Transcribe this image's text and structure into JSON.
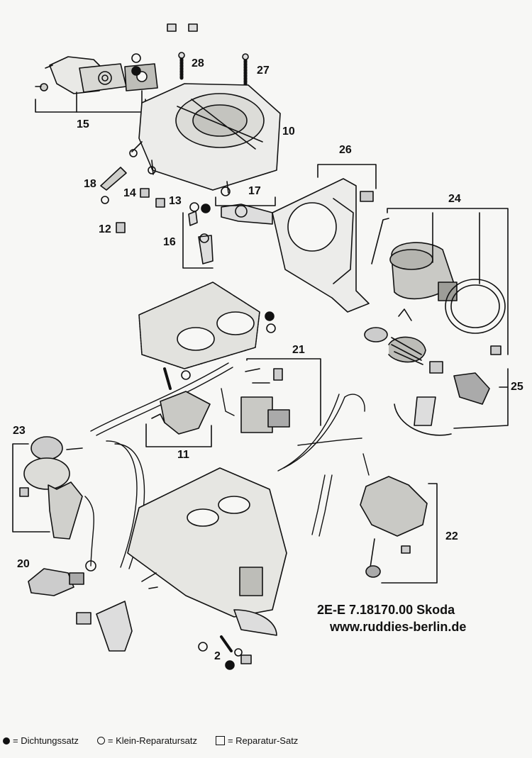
{
  "labels": {
    "p2": "2",
    "p10": "10",
    "p11": "11",
    "p12": "12",
    "p13": "13",
    "p14": "14",
    "p15": "15",
    "p16": "16",
    "p17": "17",
    "p18": "18",
    "p20": "20",
    "p21": "21",
    "p22": "22",
    "p23": "23",
    "p24": "24",
    "p25": "25",
    "p26": "26",
    "p27": "27",
    "p28": "28"
  },
  "caption": {
    "line1": "2E-E   7.18170.00  Skoda",
    "line2": "www.ruddies-berlin.de"
  },
  "legend": {
    "filled_circle": "= Dichtungssatz",
    "open_circle": "= Klein-Reparatursatz",
    "square": "= Reparatur-Satz"
  }
}
